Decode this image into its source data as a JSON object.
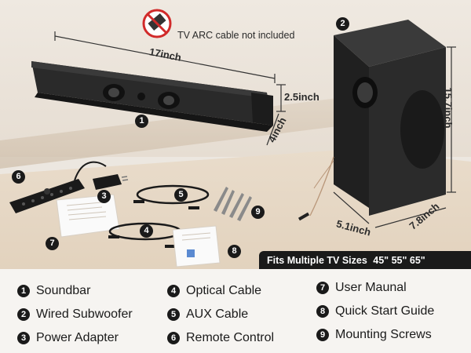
{
  "banner": {
    "prefix": "Fits Multiple TV Sizes",
    "sizes": "45\"  55\"  65\""
  },
  "note": {
    "arc": "TV ARC cable not included"
  },
  "dimensions": {
    "soundbar_length": "17inch",
    "soundbar_height": "2.5inch",
    "soundbar_depth": "4inch",
    "sub_height": "15.7inch",
    "sub_width": "5.1inch",
    "sub_depth": "7.8inch"
  },
  "callouts": [
    "1",
    "2",
    "3",
    "4",
    "5",
    "6",
    "7",
    "8",
    "9"
  ],
  "legend": [
    {
      "num": "1",
      "label": "Soundbar"
    },
    {
      "num": "2",
      "label": "Wired Subwoofer"
    },
    {
      "num": "3",
      "label": "Power Adapter"
    },
    {
      "num": "4",
      "label": "Optical Cable"
    },
    {
      "num": "5",
      "label": "AUX Cable"
    },
    {
      "num": "6",
      "label": "Remote Control"
    },
    {
      "num": "7",
      "label": "User Maunal"
    },
    {
      "num": "8",
      "label": "Quick Start Guide"
    },
    {
      "num": "9",
      "label": "Mounting Screws"
    }
  ],
  "colors": {
    "product": "#1f1f1f",
    "accent_banner": "#1a1a1a",
    "background": "#ece7e0",
    "no_symbol": "#d12a2a"
  }
}
